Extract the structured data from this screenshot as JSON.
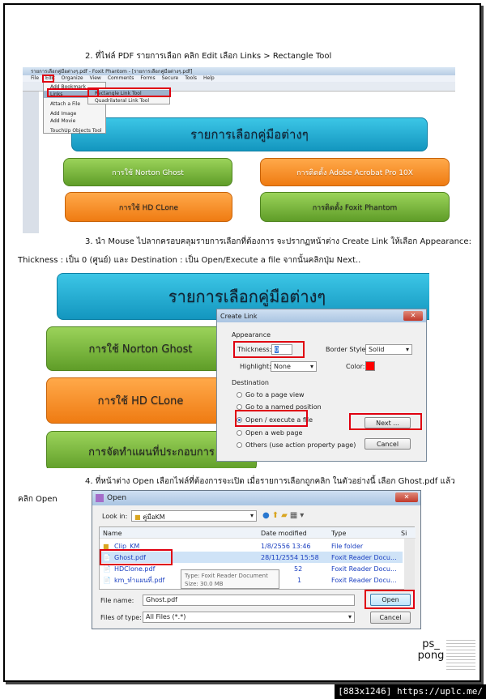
{
  "step2": {
    "text": "2. ที่ไฟล์ PDF รายการเลือก คลิก Edit เลือก Links > Rectangle Tool"
  },
  "shot1": {
    "title": "รายการเลือกคู่มือต่างๆ.pdf - Foxit Phantom - [รายการเลือกคู่มือต่างๆ.pdf]",
    "menu": [
      "File",
      "Edit",
      "Organize",
      "View",
      "Comments",
      "Forms",
      "Secure",
      "Tools",
      "Help"
    ],
    "edit_menu": [
      "Add Bookmark",
      "Links",
      "Attach a File",
      "Add Image",
      "Add Movie",
      "TouchUp Objects Tool"
    ],
    "links_submenu": [
      "Rectangle Link Tool",
      "Quadrilateral Link Tool"
    ],
    "header": "รายการเลือกคู่มือต่างๆ",
    "buttons": [
      "การใช้ Norton Ghost",
      "การติดตั้ง Adobe Acrobat Pro 10X",
      "การใช้ HD CLone",
      "การติดตั้ง Foxit Phantom"
    ]
  },
  "step3": {
    "line1": "3. นำ Mouse ไปลากครอบคลุมรายการเลือกที่ต้องการ จะปรากฏหน้าต่าง Create Link ให้เลือก Appearance:",
    "line2": "Thickness : เป็น 0 (ศูนย์) และ Destination : เป็น Open/Execute a file จากนั้นคลิกปุ่ม Next.."
  },
  "shot2": {
    "header": "รายการเลือกคู่มือต่างๆ",
    "buttons": [
      "การใช้ Norton Ghost",
      "การใช้ HD CLone",
      "การจัดทำแผนที่ประกอบการ"
    ],
    "dialog": {
      "title": "Create Link",
      "appearance": "Appearance",
      "thickness_label": "Thickness:",
      "thickness_value": "0",
      "border_style_label": "Border Style:",
      "border_style_value": "Solid",
      "highlight_label": "Highlight:",
      "highlight_value": "None",
      "color_label": "Color:",
      "color_value": "#ff0000",
      "destination": "Destination",
      "options": [
        "Go to a page view",
        "Go to a named position",
        "Open / execute a file",
        "Open a web page",
        "Others (use action property page)"
      ],
      "selected": 2,
      "next": "Next ...",
      "cancel": "Cancel"
    }
  },
  "step4": {
    "line1": "4. ที่หน้าต่าง Open เลือกไฟล์ที่ต้องการจะเปิด เมื่อรายการเลือกถูกคลิก ในตัวอย่างนี้ เลือก Ghost.pdf แล้ว",
    "line2": "คลิก Open"
  },
  "open_dialog": {
    "title": "Open",
    "look_in_label": "Look in:",
    "look_in_value": "คู่มือKM",
    "columns": [
      "Name",
      "Date modified",
      "Type",
      "Si"
    ],
    "rows": [
      {
        "name": "Clip_KM",
        "date": "1/8/2556 13:46",
        "type": "File folder"
      },
      {
        "name": "Ghost.pdf",
        "date": "28/11/2554 15:58",
        "type": "Foxit Reader Docu..."
      },
      {
        "name": "HDClone.pdf",
        "date": "52",
        "type": "Foxit Reader Docu..."
      },
      {
        "name": "km_ทำแผนที่.pdf",
        "date": "1",
        "type": "Foxit Reader Docu..."
      }
    ],
    "tooltip": [
      "Type: Foxit Reader Document",
      "Size: 30.0 MB"
    ],
    "file_name_label": "File name:",
    "file_name_value": "Ghost.pdf",
    "files_of_type_label": "Files of type:",
    "files_of_type_value": "All Files (*.*)",
    "open": "Open",
    "cancel": "Cancel"
  },
  "signature": {
    "name": "ps_ pong"
  },
  "footer": {
    "text": "[883x1246] https://uplc.me/"
  }
}
